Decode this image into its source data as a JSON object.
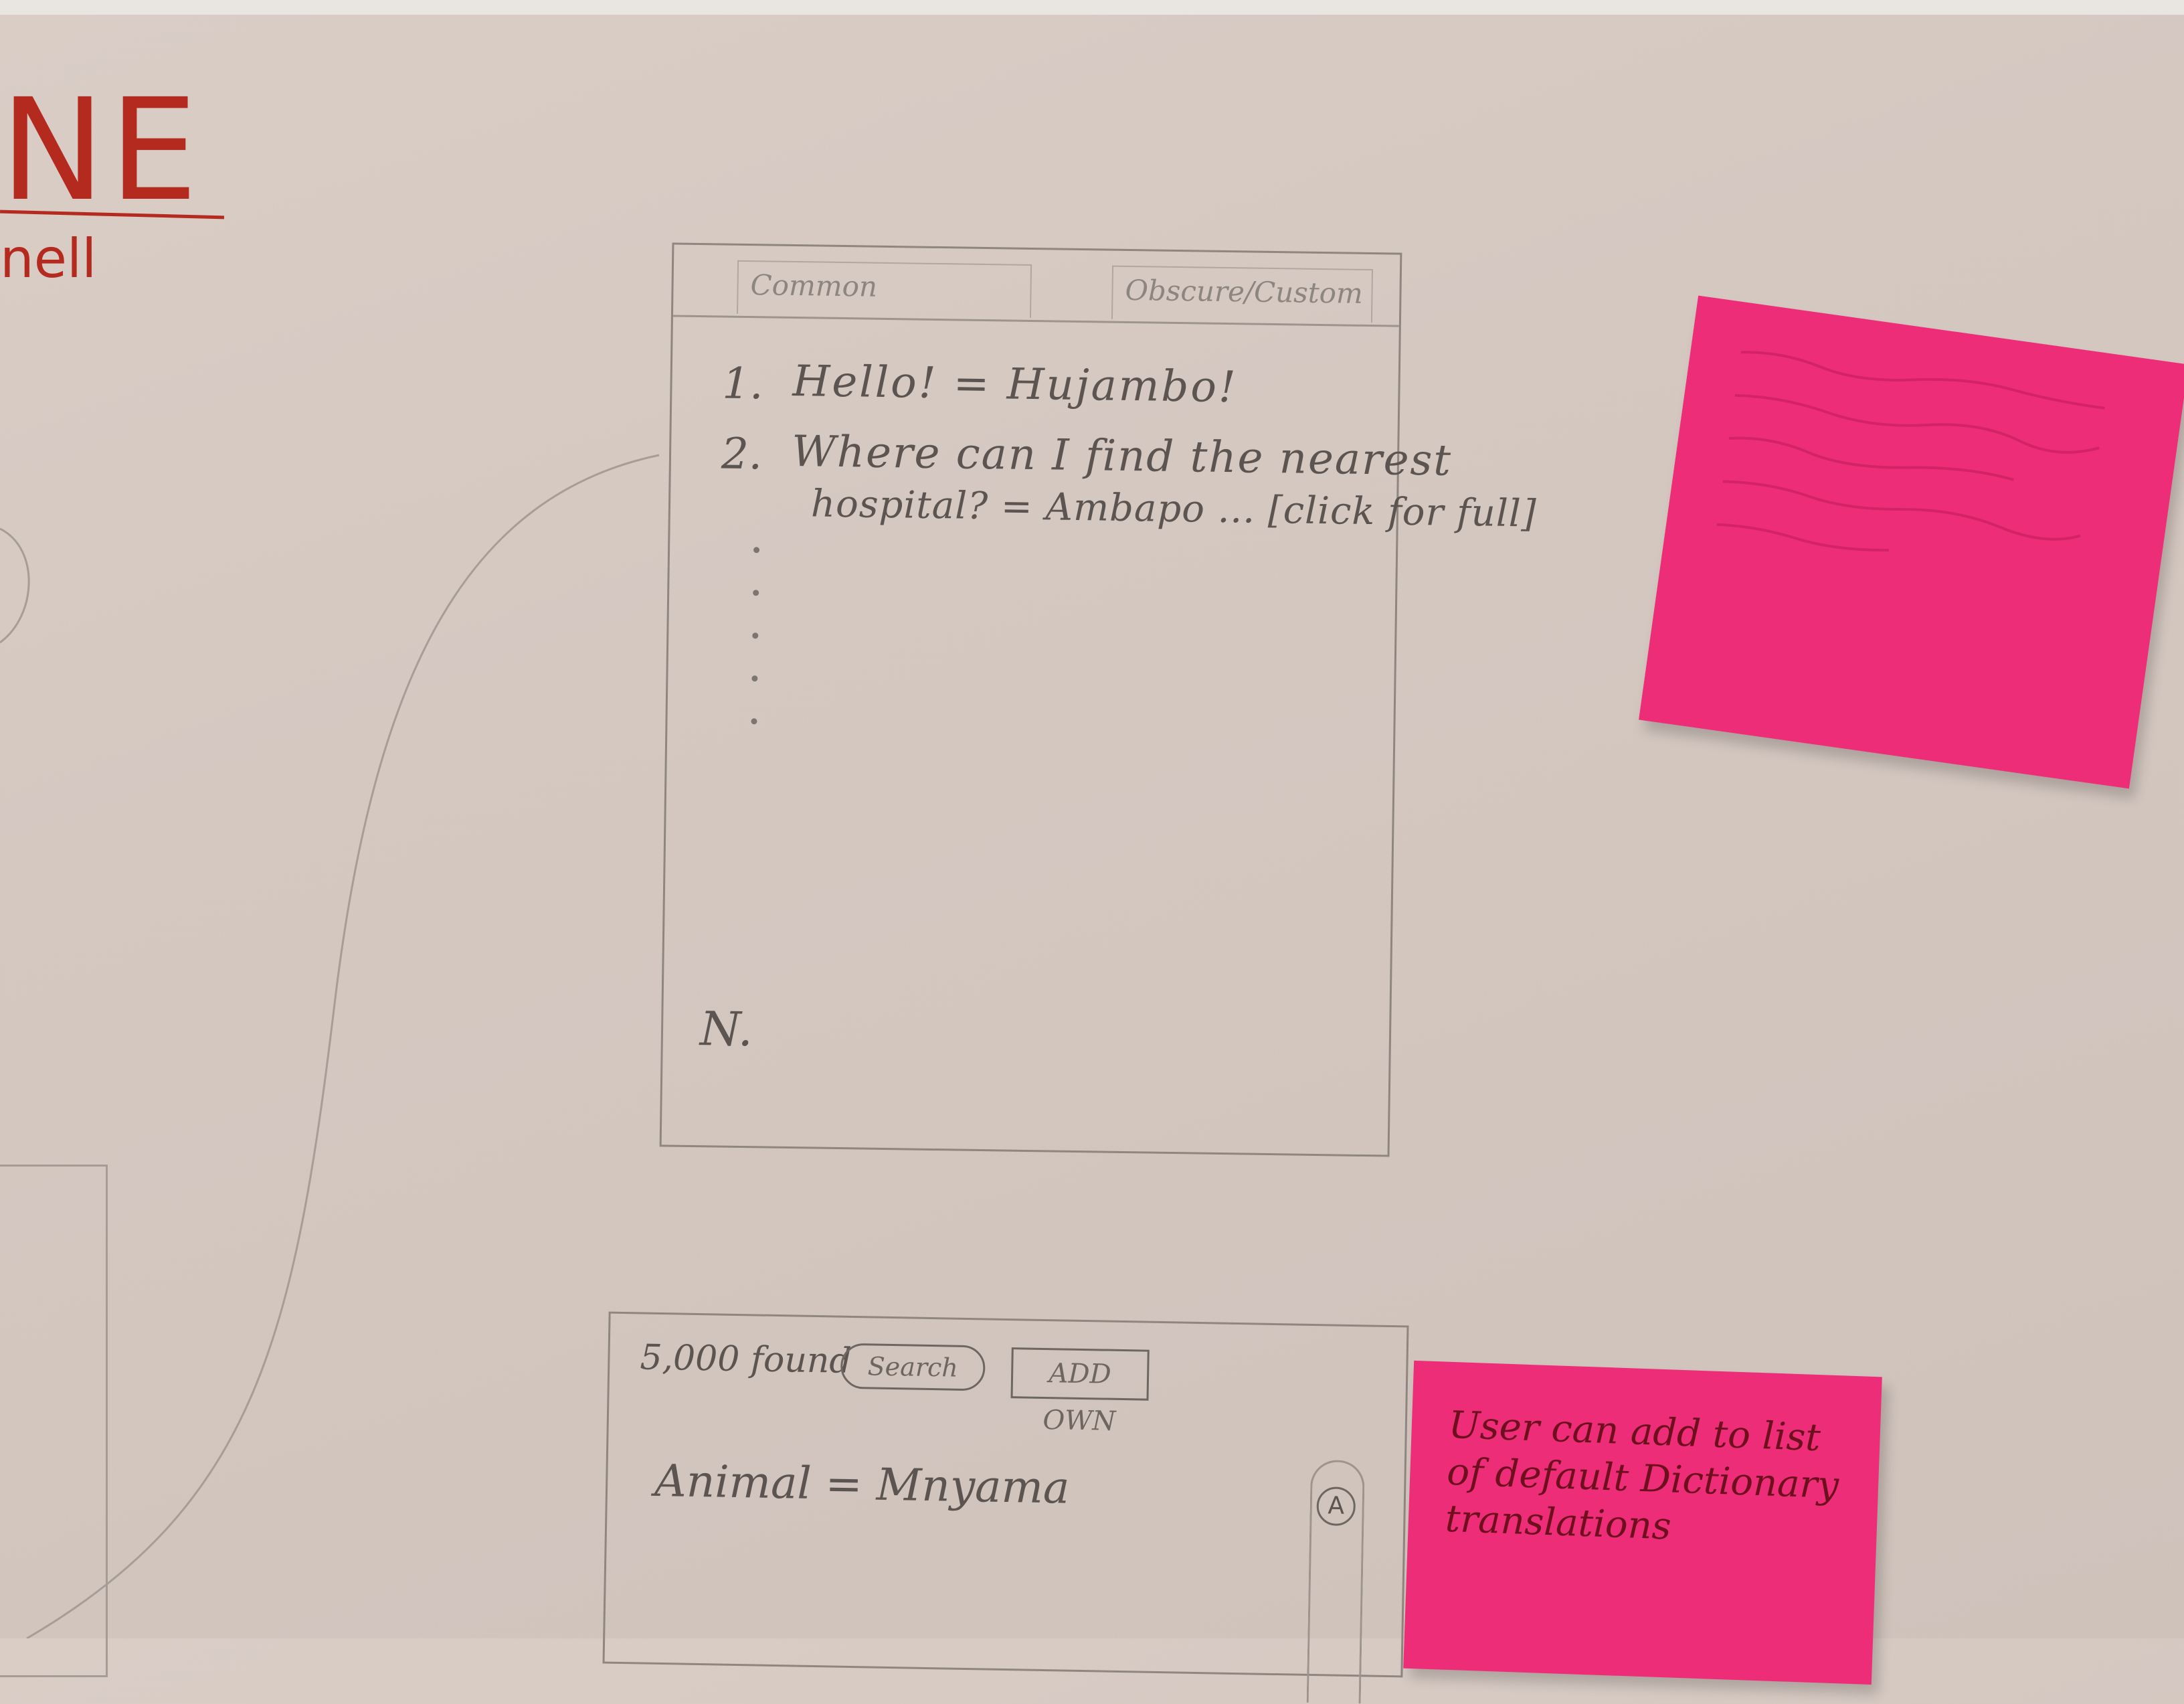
{
  "heading": {
    "title_fragment": "NE",
    "author_fragment": "nell"
  },
  "phone_sketch_1": {
    "tabs": [
      "Common",
      "Obscure/Custom"
    ],
    "phrases": [
      {
        "index": "1.",
        "text": "Hello! = Hujambo!"
      },
      {
        "index": "2.",
        "text": "Where can I find the nearest",
        "continuation": "hospital? = Ambapo ... [click for full]"
      }
    ],
    "last_index": "N."
  },
  "phone_sketch_2": {
    "found_count": "5,000 found",
    "search_label": "Search",
    "add_own_label": "ADD OWN",
    "entry": "Animal = Mnyama",
    "scroll_letter": "A"
  },
  "sticky_notes": {
    "bottom": "User can add to list of default Dictionary translations"
  },
  "colors": {
    "paper": "#d6c9c2",
    "marker_red": "#b52a1f",
    "sticky_pink": "#ee2d79",
    "pencil": "#5c5450"
  }
}
